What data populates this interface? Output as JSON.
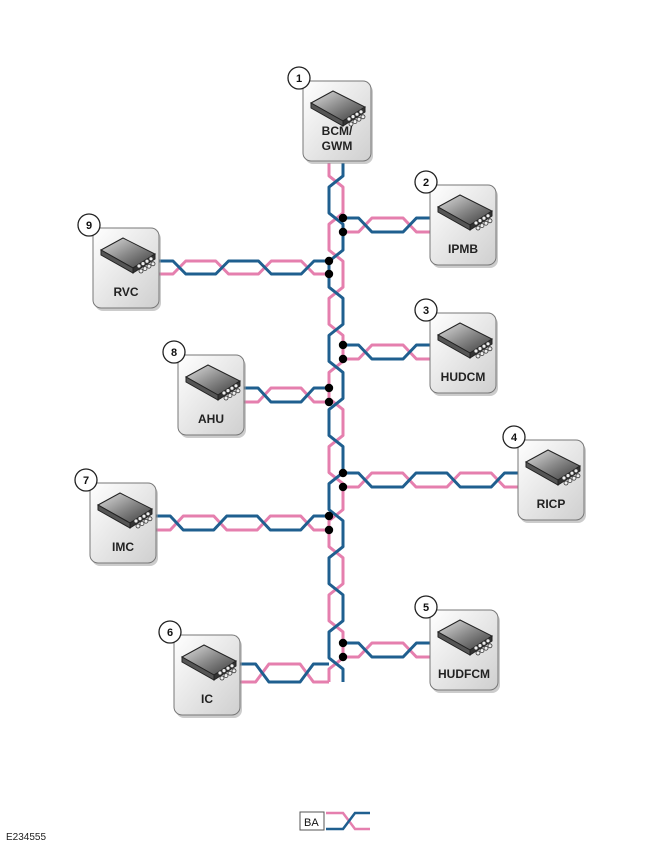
{
  "modules": [
    {
      "number": "1",
      "label_lines": [
        "BCM/",
        "GWM"
      ],
      "icon": "ecu-module-icon"
    },
    {
      "number": "2",
      "label_lines": [
        "IPMB"
      ],
      "icon": "ecu-module-icon"
    },
    {
      "number": "3",
      "label_lines": [
        "HUDCM"
      ],
      "icon": "ecu-module-icon"
    },
    {
      "number": "4",
      "label_lines": [
        "RICP"
      ],
      "icon": "ecu-module-icon"
    },
    {
      "number": "5",
      "label_lines": [
        "HUDFCM"
      ],
      "icon": "ecu-module-icon"
    },
    {
      "number": "6",
      "label_lines": [
        "IC"
      ],
      "icon": "ecu-module-icon"
    },
    {
      "number": "7",
      "label_lines": [
        "IMC"
      ],
      "icon": "ecu-module-icon"
    },
    {
      "number": "8",
      "label_lines": [
        "AHU"
      ],
      "icon": "ecu-module-icon"
    },
    {
      "number": "9",
      "label_lines": [
        "RVC"
      ],
      "icon": "ecu-module-icon"
    }
  ],
  "legend": {
    "code": "BA",
    "icon": "twisted-pair-icon"
  },
  "figure_ref": "E234555",
  "colors": {
    "wire_blue": "#1f5f8f",
    "wire_pink": "#e57fae",
    "junction": "#000000"
  }
}
